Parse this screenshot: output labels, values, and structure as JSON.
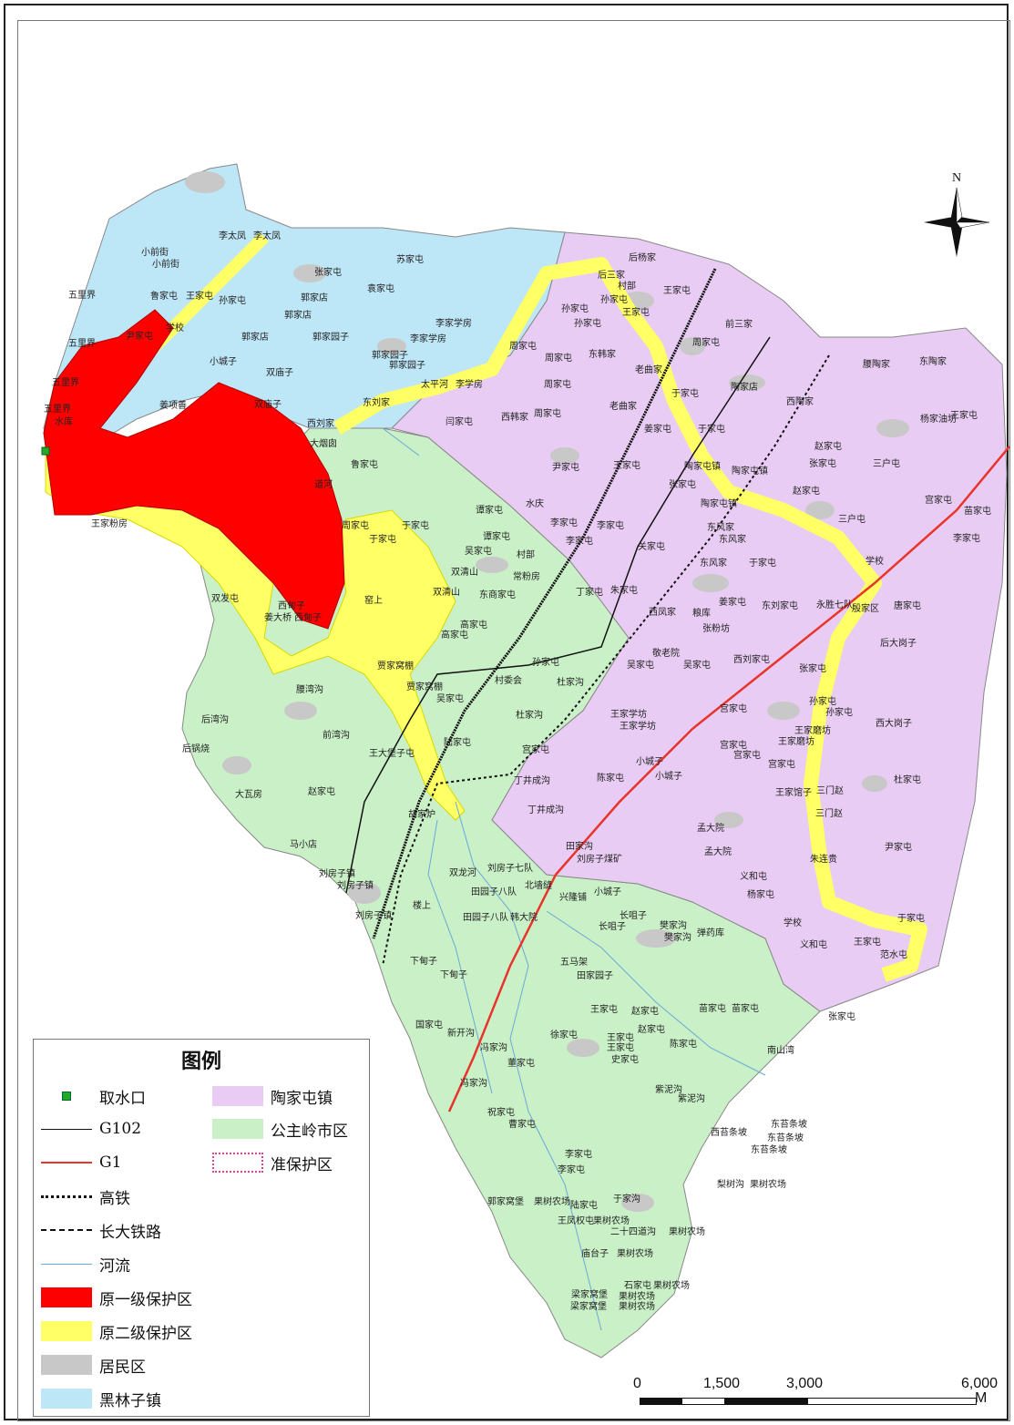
{
  "legend": {
    "title": "图例",
    "items": [
      {
        "key": "intake",
        "label": "取水口",
        "color": "#22aa22"
      },
      {
        "key": "g102",
        "label": "G102",
        "color": "#111111"
      },
      {
        "key": "g1",
        "label": "G1",
        "color": "#e8342a"
      },
      {
        "key": "hsr",
        "label": "高铁",
        "color": "#111111"
      },
      {
        "key": "changda",
        "label": "长大铁路",
        "color": "#111111"
      },
      {
        "key": "river",
        "label": "河流",
        "color": "#6aa8d8"
      },
      {
        "key": "primary",
        "label": "原一级保护区",
        "color": "#ff0000"
      },
      {
        "key": "secondary",
        "label": "原二级保护区",
        "color": "#ffff66"
      },
      {
        "key": "residential",
        "label": "居民区",
        "color": "#c8c8c8"
      },
      {
        "key": "heilinzi",
        "label": "黑林子镇",
        "color": "#bde6f7"
      },
      {
        "key": "taojiatun",
        "label": "陶家屯镇",
        "color": "#e9ccf3"
      },
      {
        "key": "gongzhuling",
        "label": "公主岭市区",
        "color": "#c9f0c6"
      },
      {
        "key": "quasi",
        "label": "准保护区",
        "color": "#e0409a"
      }
    ]
  },
  "north_arrow": {
    "label": "N"
  },
  "scale_bar": {
    "labels": [
      "0",
      "1,500",
      "3,000",
      "6,000"
    ],
    "unit": "M"
  },
  "places": [
    "李太凤",
    "李太凤",
    "小前街",
    "小前街",
    "苏家屯",
    "五里界",
    "鲁家屯",
    "王家屯",
    "张家屯",
    "孙家屯",
    "袁家屯",
    "郭家店",
    "郭家店",
    "五里界",
    "尹家屯",
    "学校",
    "郭家店",
    "郭家园子",
    "李家学房",
    "李家学房",
    "小城子",
    "双庙子",
    "郭家园子",
    "郭家园子",
    "五里界",
    "五里界",
    "东刘家",
    "太平河",
    "李学房",
    "姜项善",
    "双庙子",
    "水库",
    "西刘家",
    "大烟囱",
    "鲁家屯",
    "道河",
    "王家粉房",
    "周家屯",
    "于家屯",
    "于家屯",
    "双发屯",
    "西甸子",
    "西甸子",
    "窑上",
    "姜大桥",
    "后杨家",
    "后三家",
    "村部",
    "王家屯",
    "孙家屯",
    "孙家屯",
    "孙家屯",
    "王家屯",
    "前三家",
    "周家屯",
    "周家屯",
    "东韩家",
    "周家屯",
    "老曲家",
    "腰陶家",
    "东陶家",
    "西陶家",
    "老曲家",
    "于家屯",
    "陶家店",
    "周家屯",
    "西韩家",
    "周家屯",
    "闫家屯",
    "姜家屯",
    "于家屯",
    "杨家油坊",
    "王家屯",
    "赵家屯",
    "三户屯",
    "尹家屯",
    "王家屯",
    "张家屯",
    "陶家屯镇",
    "陶家屯镇",
    "赵家屯",
    "宫家屯",
    "苗家屯",
    "李家屯",
    "谭家屯",
    "水庆",
    "张家屯",
    "陶家屯镇",
    "三户屯",
    "李家屯",
    "李家屯",
    "李家屯",
    "谭家屯",
    "吴家屯",
    "村部",
    "东风家",
    "东风家",
    "关家屯",
    "东风家",
    "于家屯",
    "学校",
    "双清山",
    "常粉房",
    "丁家屯",
    "朱家屯",
    "双清山",
    "东商家屯",
    "高家屯",
    "高家屯",
    "姜家屯",
    "东刘家屯",
    "永胜七队",
    "殷家区",
    "唐家屯",
    "粮库",
    "张粉坊",
    "西凤家",
    "后大岗子",
    "敬老院",
    "吴家屯",
    "吴家屯",
    "西刘家屯",
    "张家屯",
    "孙家屯",
    "贾家窝棚",
    "村委会",
    "杜家沟",
    "贾家窝棚",
    "吴家屯",
    "腰湾沟",
    "后湾沟",
    "孙家屯",
    "孙家屯",
    "西大岗子",
    "宫家屯",
    "王家学坊",
    "王家学坊",
    "王家磨坊",
    "王家磨坊",
    "杜家沟",
    "前湾沟",
    "后锅烧",
    "王大堡子屯",
    "陆家屯",
    "宫家屯",
    "宫家屯",
    "宫家屯",
    "宫家屯",
    "小城子",
    "杜家屯",
    "小城子",
    "陈家屯",
    "丁井成沟",
    "王家馆子",
    "三门赵",
    "三门赵",
    "大瓦房",
    "赵家屯",
    "丁井成沟",
    "胡家炉",
    "孟大院",
    "孟大院",
    "尹家屯",
    "马小店",
    "田家沟",
    "刘房子煤矿",
    "朱连贵",
    "刘房子镇",
    "刘房子镇",
    "双龙河",
    "刘房子七队",
    "北墙缝",
    "兴隆铺",
    "小城子",
    "义和屯",
    "杨家屯",
    "刘房子镇",
    "楼上",
    "田园子八队",
    "田园子八队",
    "韩大院",
    "长咀子",
    "长咀子",
    "樊家沟",
    "弹药库",
    "樊家沟",
    "学校",
    "于家屯",
    "王家屯",
    "范水屯",
    "义和屯",
    "下甸子",
    "下甸子",
    "五马架",
    "田家园子",
    "王家屯",
    "赵家屯",
    "苗家屯",
    "苗家屯",
    "张家屯",
    "国家屯",
    "新开沟",
    "徐家屯",
    "王家屯",
    "赵家屯",
    "王家屯",
    "陈家屯",
    "冯家沟",
    "史家屯",
    "南山湾",
    "董家屯",
    "紫泥沟",
    "紫泥沟",
    "冯家沟",
    "东苔条坡",
    "东苔条坡",
    "西苔条坡",
    "东苔条坡",
    "祝家屯",
    "曹家屯",
    "李家屯",
    "李家屯",
    "梨树沟",
    "果树农场",
    "陆家屯",
    "于家沟",
    "郭家窝堡",
    "果树农场",
    "王凤权屯",
    "果树农场",
    "二十四道沟",
    "果树农场",
    "庙台子",
    "果树农场",
    "石家屯",
    "果树农场",
    "梁家窝堡",
    "果树农场",
    "梁家窝堡",
    "果树农场"
  ]
}
